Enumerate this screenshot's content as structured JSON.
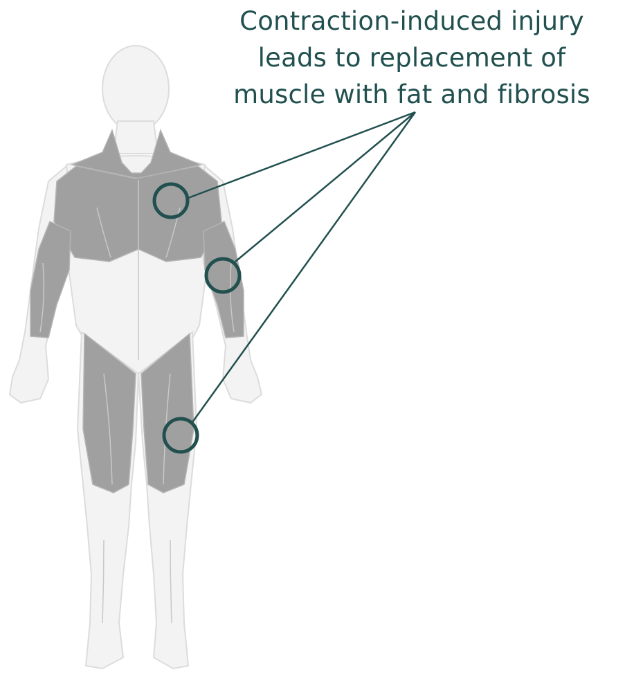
{
  "caption": {
    "line1": "Contraction-induced injury",
    "line2": "leads to replacement of",
    "line3": "muscle with fat and fibrosis"
  },
  "colors": {
    "annotation": "#21504f",
    "body_outline": "#eeeeee",
    "muscle": "#9d9d9d",
    "skin": "#f4f4f4"
  },
  "figure": {
    "subject": "anterior human body muscle illustration",
    "markers": [
      "chest-muscle-marker",
      "forearm-muscle-marker",
      "thigh-muscle-marker"
    ]
  }
}
